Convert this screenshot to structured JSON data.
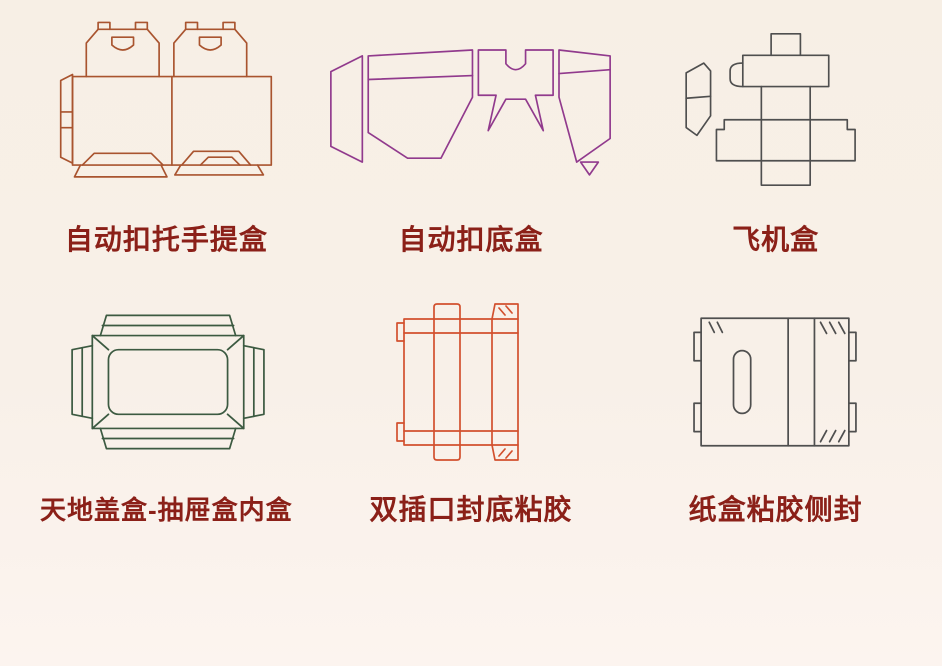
{
  "theme": {
    "background_top": "#f7efe5",
    "background_bottom": "#fcf4ef",
    "label_color": "#8b2018"
  },
  "cards": [
    {
      "id": "auto-lock-handle-box",
      "label": "自动扣托手提盒",
      "color": "#a9542f"
    },
    {
      "id": "auto-lock-bottom-box",
      "label": "自动扣底盒",
      "color": "#913a8d"
    },
    {
      "id": "airplane-box",
      "label": "飞机盒",
      "color": "#4f4f4f"
    },
    {
      "id": "lid-base-drawer-inner-box",
      "label": "天地盖盒-抽屉盒内盒",
      "color": "#3c5a41"
    },
    {
      "id": "double-tuck-glued-bottom",
      "label": "双插口封底粘胶",
      "color": "#d2502e"
    },
    {
      "id": "glued-side-seal-carton",
      "label": "纸盒粘胶侧封",
      "color": "#4f4f4f"
    }
  ]
}
